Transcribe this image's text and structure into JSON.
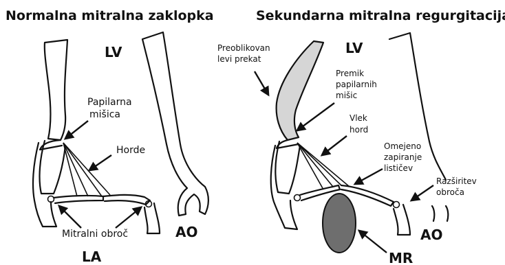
{
  "left_panel": {
    "title": "Normalna mitralna zaklopka",
    "labels": {
      "lv": "LV",
      "papillary": [
        "Papilarna",
        "mišica"
      ],
      "chordae": "Horde",
      "annulus": "Mitralni obroč",
      "ao": "AO",
      "la": "LA"
    }
  },
  "right_panel": {
    "title": "Sekundarna mitralna regurgitacija",
    "labels": {
      "lv": "LV",
      "remodeled_lv": [
        "Preoblikovan",
        "levi prekat"
      ],
      "papillary_shift": [
        "Premik",
        "papilarnih",
        "mišic"
      ],
      "chordal_tether": [
        "Vlek",
        "hord"
      ],
      "restricted_leaflets": [
        "Omejeno",
        "zapiranje",
        "lističev"
      ],
      "annular_dilation": [
        "Razširitev",
        "obroča"
      ],
      "ao": "AO",
      "mr": "MR"
    }
  },
  "colors": {
    "remodeled_wall": "#d6d6d6",
    "regurgitant_jet": "#6e6e6e",
    "ink": "#111111"
  }
}
